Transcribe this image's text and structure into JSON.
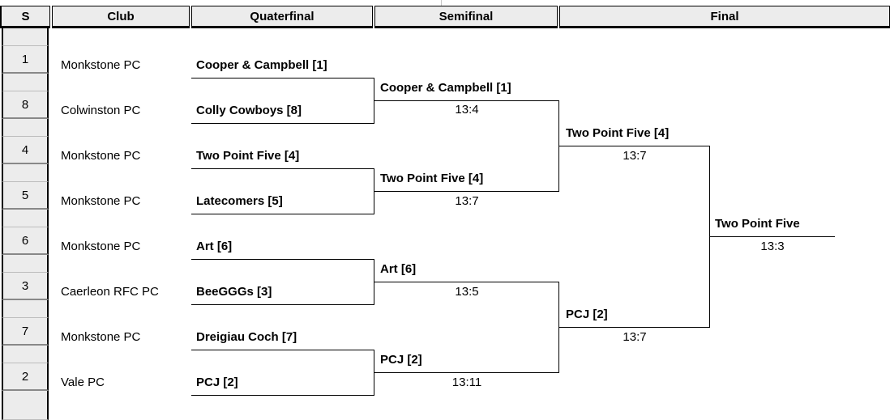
{
  "headers": {
    "seed": "S",
    "club": "Club",
    "quarterfinal": "Quaterfinal",
    "semifinal": "Semifinal",
    "final": "Final"
  },
  "rows": [
    {
      "seed": "1",
      "club": "Monkstone PC",
      "team": "Cooper & Campbell [1]"
    },
    {
      "seed": "8",
      "club": "Colwinston PC",
      "team": "Colly Cowboys [8]"
    },
    {
      "seed": "4",
      "club": "Monkstone PC",
      "team": "Two Point Five [4]"
    },
    {
      "seed": "5",
      "club": "Monkstone PC",
      "team": "Latecomers [5]"
    },
    {
      "seed": "6",
      "club": "Monkstone PC",
      "team": "Art [6]"
    },
    {
      "seed": "3",
      "club": "Caerleon RFC PC",
      "team": "BeeGGGs [3]"
    },
    {
      "seed": "7",
      "club": "Monkstone PC",
      "team": "Dreigiau Coch [7]"
    },
    {
      "seed": "2",
      "club": "Vale PC",
      "team": "PCJ [2]"
    }
  ],
  "semifinal": [
    {
      "team": "Cooper & Campbell [1]",
      "score": "13:4"
    },
    {
      "team": "Two Point Five [4]",
      "score": "13:7"
    },
    {
      "team": "Art [6]",
      "score": "13:5"
    },
    {
      "team": "PCJ [2]",
      "score": "13:11"
    }
  ],
  "final": [
    {
      "team": "Two Point Five [4]",
      "score": "13:7"
    },
    {
      "team": "PCJ [2]",
      "score": "13:7"
    }
  ],
  "winner": {
    "team": "Two Point Five",
    "score": "13:3"
  }
}
